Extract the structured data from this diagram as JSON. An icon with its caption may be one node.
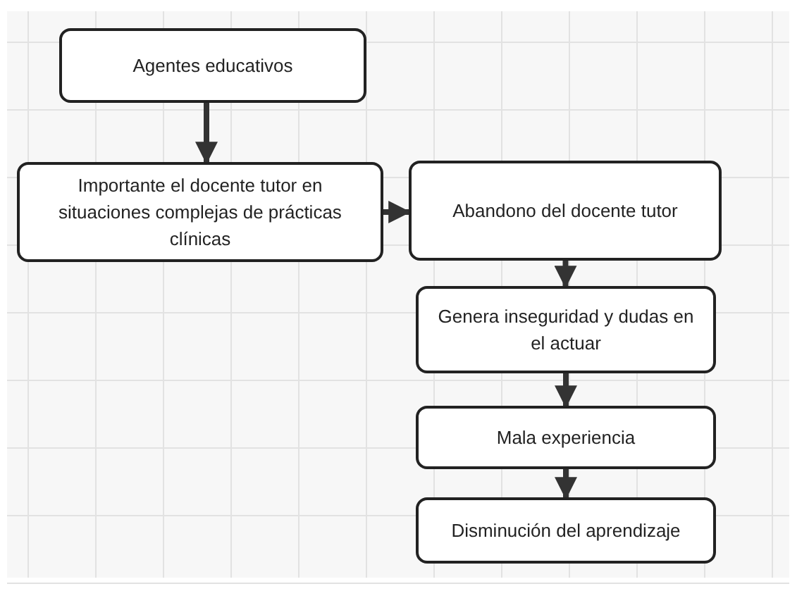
{
  "diagram": {
    "nodes": [
      {
        "text": [
          "Agentes educativos"
        ]
      },
      {
        "text": [
          "Importante el docente tutor en situaciones complejas de prácticas clínicas"
        ]
      },
      {
        "text": [
          "Abandono del docente tutor"
        ]
      },
      {
        "text": [
          "Genera inseguridad y dudas en el actuar"
        ]
      },
      {
        "text": [
          "Mala experiencia"
        ]
      },
      {
        "text": [
          "Disminución del aprendizaje"
        ]
      }
    ],
    "edges": [
      {
        "from": 0,
        "to": 1,
        "arrow": "to"
      },
      {
        "from": 1,
        "to": 2,
        "arrow": "to"
      },
      {
        "from": 2,
        "to": 3,
        "arrow": "to"
      },
      {
        "from": 3,
        "to": 4,
        "arrow": "to"
      },
      {
        "from": 4,
        "to": 5,
        "arrow": "to"
      }
    ]
  }
}
